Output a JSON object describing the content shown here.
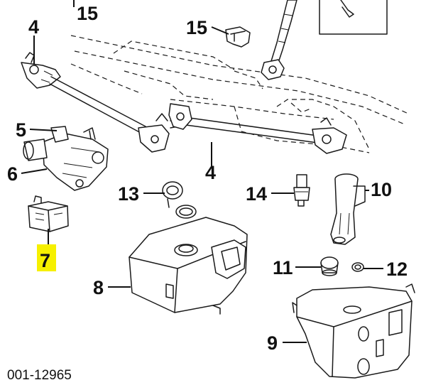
{
  "diagram": {
    "highlight_color": "#f6f000",
    "line_color": "#111111",
    "reference_code": "001-12965",
    "callouts": [
      {
        "id": "c15a",
        "label": "15"
      },
      {
        "id": "c15b",
        "label": "15"
      },
      {
        "id": "c4a",
        "label": "4"
      },
      {
        "id": "c5",
        "label": "5"
      },
      {
        "id": "c6",
        "label": "6"
      },
      {
        "id": "c4b",
        "label": "4"
      },
      {
        "id": "c13",
        "label": "13"
      },
      {
        "id": "c14",
        "label": "14"
      },
      {
        "id": "c10",
        "label": "10"
      },
      {
        "id": "c7",
        "label": "7",
        "highlighted": true
      },
      {
        "id": "c8",
        "label": "8"
      },
      {
        "id": "c11",
        "label": "11"
      },
      {
        "id": "c12",
        "label": "12"
      },
      {
        "id": "c9",
        "label": "9"
      }
    ]
  }
}
